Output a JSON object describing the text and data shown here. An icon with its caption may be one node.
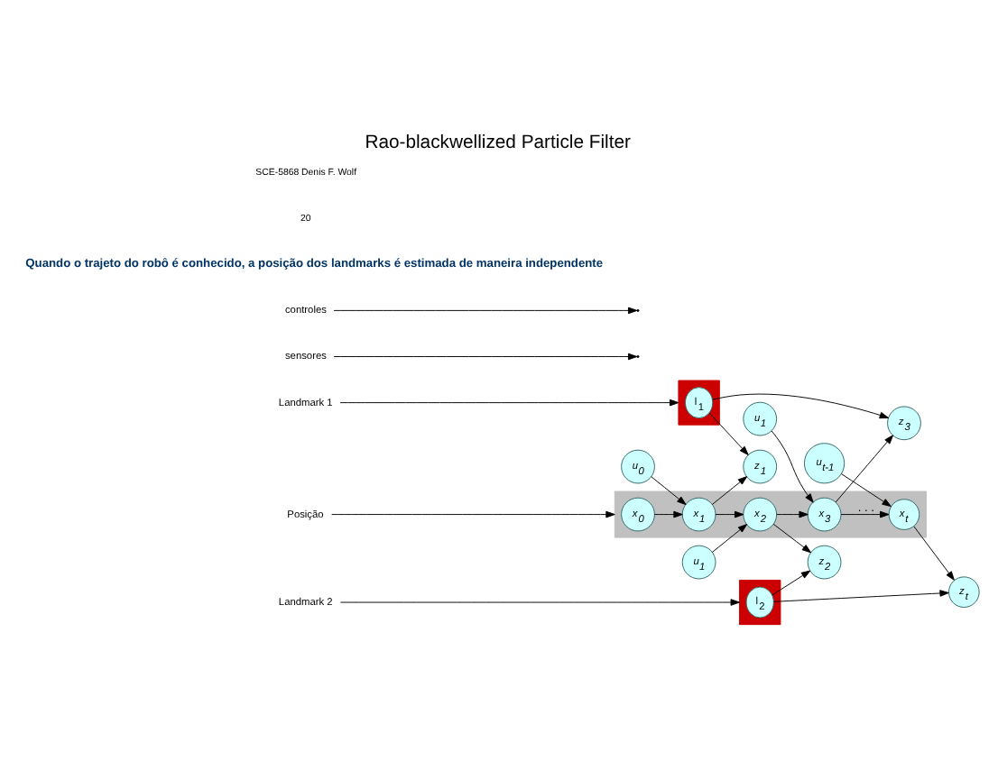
{
  "diagram": {
    "title": "Rao-blackwellized Particle Filter",
    "caption": "Quando o trajeto do robô é conhecido, a posição dos landmarks é estimada de maneira independente",
    "nodes": [
      {
        "text": [
          "Landmark 1"
        ]
      },
      {
        "text": [],
        "shape": "box"
      },
      {
        "text": [
          "l$_{1}$"
        ],
        "in": 1
      },
      {
        "text": [
          "sensores"
        ]
      },
      {
        "text": [
          "z$_{1}$"
        ]
      },
      {
        "text": [
          "z$_{3}$"
        ]
      },
      {
        "text": [
          "Posição"
        ]
      },
      {
        "text": [],
        "shape": "band"
      },
      {
        "text": [
          "x$_{0}$"
        ],
        "in": 7
      },
      {
        "text": [
          "x$_{1}$"
        ],
        "in": 7
      },
      {
        "text": [
          "x$_{2}$"
        ],
        "in": 7
      },
      {
        "text": [
          "x$_{3}$"
        ],
        "in": 7
      },
      {
        "text": [
          "x$_{t}$"
        ],
        "in": 7
      },
      {
        "text": [
          "controles"
        ]
      },
      {
        "text": [
          "u$_{0}$"
        ]
      },
      {
        "text": [
          "u$_{1}$"
        ]
      },
      {
        "text": [
          "u$_{1}$"
        ]
      },
      {
        "text": [
          "u$_{t-1}$"
        ]
      },
      {
        "text": [
          "z$_{2}$"
        ]
      },
      {
        "text": [
          "z$_{t}$"
        ]
      },
      {
        "text": [
          "Landmark 2"
        ]
      },
      {
        "text": [],
        "shape": "box"
      },
      {
        "text": [
          "l$_{2}$"
        ],
        "in": 21
      }
    ],
    "edges": [
      {
        "from": 0,
        "to": 1,
        "arrow": "to"
      },
      {
        "from": 2,
        "to": 4,
        "arrow": "to"
      },
      {
        "from": 2,
        "to": 5,
        "arrow": "to"
      },
      {
        "from": 3,
        "to": null,
        "arrow": "to"
      },
      {
        "from": 6,
        "to": 7,
        "arrow": "to"
      },
      {
        "from": 8,
        "to": 9,
        "arrow": "to"
      },
      {
        "from": 9,
        "to": 10,
        "arrow": "to"
      },
      {
        "from": 10,
        "to": 11,
        "arrow": "to"
      },
      {
        "from": 11,
        "to": 12,
        "arrow": "to",
        "label": ". . ."
      },
      {
        "from": 9,
        "to": 4,
        "arrow": "to"
      },
      {
        "from": 11,
        "to": 5,
        "arrow": "to"
      },
      {
        "from": 13,
        "to": null,
        "arrow": "to"
      },
      {
        "from": 14,
        "to": 9,
        "arrow": "to"
      },
      {
        "from": 15,
        "to": 10,
        "arrow": "to"
      },
      {
        "from": 16,
        "to": 11,
        "arrow": "to"
      },
      {
        "from": 17,
        "to": 12,
        "arrow": "to"
      },
      {
        "from": 10,
        "to": 18,
        "arrow": "to"
      },
      {
        "from": 12,
        "to": 19,
        "arrow": "to"
      },
      {
        "from": 20,
        "to": 21,
        "arrow": "to"
      },
      {
        "from": 22,
        "to": 18,
        "arrow": "to"
      },
      {
        "from": 22,
        "to": 19,
        "arrow": "to"
      }
    ],
    "labels": [
      "20",
      "SCE-5868 Denis F. Wolf"
    ]
  }
}
